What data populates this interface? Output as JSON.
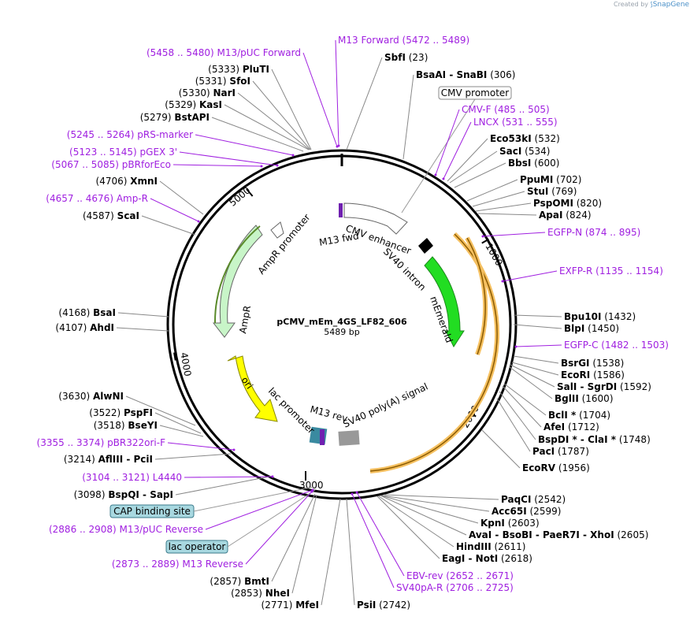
{
  "credit": {
    "prefix": "Created by",
    "brand": "SnapGene"
  },
  "plasmid": {
    "name": "pCMV_mEm_4GS_LF82_606",
    "length": "5489 bp"
  },
  "colors": {
    "primer": "#a020e0",
    "enzyme": "#000000",
    "mEmerald": "#22dd22",
    "ori": "#ffff00",
    "AmpR": "#c8f5c8",
    "orf_track": "#f5c060"
  },
  "ticks": [
    "1000",
    "2000",
    "3000",
    "4000",
    "5000"
  ],
  "features": [
    {
      "name": "CMV enhancer",
      "kind": "outline"
    },
    {
      "name": "SV40 intron",
      "kind": "black"
    },
    {
      "name": "mEmerald",
      "kind": "green"
    },
    {
      "name": "SV40 poly(A) signal",
      "kind": "gray"
    },
    {
      "name": "lac promoter",
      "kind": "box"
    },
    {
      "name": "M13 rev",
      "kind": "primer"
    },
    {
      "name": "ori",
      "kind": "yellow"
    },
    {
      "name": "AmpR",
      "kind": "lightgreen"
    },
    {
      "name": "AmpR promoter",
      "kind": "outline"
    },
    {
      "name": "M13 fwd",
      "kind": "primer"
    }
  ],
  "boxed_labels": [
    {
      "text": "CMV promoter",
      "color": "white"
    },
    {
      "text": "CAP binding site",
      "color": "teal"
    },
    {
      "text": "lac operator",
      "color": "teal"
    }
  ],
  "labels": [
    {
      "kind": "primer",
      "name": "M13 Forward",
      "pos": "(5472 .. 5489)"
    },
    {
      "kind": "enzyme",
      "name": "SbfI",
      "pos": "(23)"
    },
    {
      "kind": "enzyme",
      "name": "BsaAI  -  SnaBI",
      "pos": "(306)"
    },
    {
      "kind": "primer",
      "name": "CMV-F",
      "pos": "(485 .. 505)"
    },
    {
      "kind": "primer",
      "name": "LNCX",
      "pos": "(531 .. 555)"
    },
    {
      "kind": "enzyme",
      "name": "Eco53kI",
      "pos": "(532)"
    },
    {
      "kind": "enzyme",
      "name": "SacI",
      "pos": "(534)"
    },
    {
      "kind": "enzyme",
      "name": "BbsI",
      "pos": "(600)"
    },
    {
      "kind": "enzyme",
      "name": "PpuMI",
      "pos": "(702)"
    },
    {
      "kind": "enzyme",
      "name": "StuI",
      "pos": "(769)"
    },
    {
      "kind": "enzyme",
      "name": "PspOMI",
      "pos": "(820)"
    },
    {
      "kind": "enzyme",
      "name": "ApaI",
      "pos": "(824)"
    },
    {
      "kind": "primer",
      "name": "EGFP-N",
      "pos": "(874 .. 895)"
    },
    {
      "kind": "primer",
      "name": "EXFP-R",
      "pos": "(1135 .. 1154)"
    },
    {
      "kind": "enzyme",
      "name": "Bpu10I",
      "pos": "(1432)"
    },
    {
      "kind": "enzyme",
      "name": "BlpI",
      "pos": "(1450)"
    },
    {
      "kind": "primer",
      "name": "EGFP-C",
      "pos": "(1482 .. 1503)"
    },
    {
      "kind": "enzyme",
      "name": "BsrGI",
      "pos": "(1538)"
    },
    {
      "kind": "enzyme",
      "name": "EcoRI",
      "pos": "(1586)"
    },
    {
      "kind": "enzyme",
      "name": "SalI  -  SgrDI",
      "pos": "(1592)"
    },
    {
      "kind": "enzyme",
      "name": "BglII",
      "pos": "(1600)"
    },
    {
      "kind": "enzyme",
      "name": "BclI *",
      "pos": "(1704)"
    },
    {
      "kind": "enzyme",
      "name": "AfeI",
      "pos": "(1712)"
    },
    {
      "kind": "enzyme",
      "name": "BspDI *  -  ClaI *",
      "pos": "(1748)"
    },
    {
      "kind": "enzyme",
      "name": "PacI",
      "pos": "(1787)"
    },
    {
      "kind": "enzyme",
      "name": "EcoRV",
      "pos": "(1956)"
    },
    {
      "kind": "enzyme",
      "name": "PaqCI",
      "pos": "(2542)"
    },
    {
      "kind": "enzyme",
      "name": "Acc65I",
      "pos": "(2599)"
    },
    {
      "kind": "enzyme",
      "name": "KpnI",
      "pos": "(2603)"
    },
    {
      "kind": "enzyme",
      "name": "AvaI  -  BsoBI  -  PaeR7I  -  XhoI",
      "pos": "(2605)"
    },
    {
      "kind": "enzyme",
      "name": "HindIII",
      "pos": "(2611)"
    },
    {
      "kind": "enzyme",
      "name": "EagI  -  NotI",
      "pos": "(2618)"
    },
    {
      "kind": "primer",
      "name": "EBV-rev",
      "pos": "(2652 .. 2671)"
    },
    {
      "kind": "primer",
      "name": "SV40pA-R",
      "pos": "(2706 .. 2725)"
    },
    {
      "kind": "enzyme",
      "name": "PsiI",
      "pos": "(2742)"
    },
    {
      "kind": "enzyme",
      "name": "MfeI",
      "pos": "(2771)"
    },
    {
      "kind": "enzyme",
      "name": "NheI",
      "pos": "(2853)"
    },
    {
      "kind": "enzyme",
      "name": "BmtI",
      "pos": "(2857)"
    },
    {
      "kind": "primer",
      "name": "M13 Reverse",
      "pos": "(2873 .. 2889)"
    },
    {
      "kind": "primer",
      "name": "M13/pUC Reverse",
      "pos": "(2886 .. 2908)"
    },
    {
      "kind": "enzyme",
      "name": "BspQI  -  SapI",
      "pos": "(3098)"
    },
    {
      "kind": "primer",
      "name": "L4440",
      "pos": "(3104 .. 3121)"
    },
    {
      "kind": "enzyme",
      "name": "AflIII  -  PciI",
      "pos": "(3214)"
    },
    {
      "kind": "primer",
      "name": "pBR322ori-F",
      "pos": "(3355 .. 3374)"
    },
    {
      "kind": "enzyme",
      "name": "BseYI",
      "pos": "(3518)"
    },
    {
      "kind": "enzyme",
      "name": "PspFI",
      "pos": "(3522)"
    },
    {
      "kind": "enzyme",
      "name": "AlwNI",
      "pos": "(3630)"
    },
    {
      "kind": "enzyme",
      "name": "AhdI",
      "pos": "(4107)"
    },
    {
      "kind": "enzyme",
      "name": "BsaI",
      "pos": "(4168)"
    },
    {
      "kind": "enzyme",
      "name": "ScaI",
      "pos": "(4587)"
    },
    {
      "kind": "primer",
      "name": "Amp-R",
      "pos": "(4657 .. 4676)"
    },
    {
      "kind": "enzyme",
      "name": "XmnI",
      "pos": "(4706)"
    },
    {
      "kind": "primer",
      "name": "pBRforEco",
      "pos": "(5067 .. 5085)"
    },
    {
      "kind": "primer",
      "name": "pGEX 3'",
      "pos": "(5123 .. 5145)"
    },
    {
      "kind": "primer",
      "name": "pRS-marker",
      "pos": "(5245 .. 5264)"
    },
    {
      "kind": "enzyme",
      "name": "BstAPI",
      "pos": "(5279)"
    },
    {
      "kind": "enzyme",
      "name": "KasI",
      "pos": "(5329)"
    },
    {
      "kind": "enzyme",
      "name": "NarI",
      "pos": "(5330)"
    },
    {
      "kind": "enzyme",
      "name": "SfoI",
      "pos": "(5331)"
    },
    {
      "kind": "enzyme",
      "name": "PluTI",
      "pos": "(5333)"
    },
    {
      "kind": "primer",
      "name": "M13/pUC Forward",
      "pos": "(5458 .. 5480)"
    }
  ]
}
